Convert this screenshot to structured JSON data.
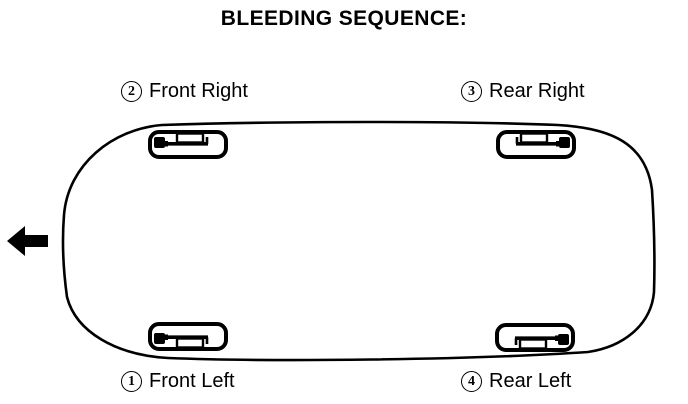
{
  "title": "BLEEDING SEQUENCE:",
  "vehicle": {
    "view": "top-outline",
    "front_direction": "left",
    "front_indicator_icon": "left-arrow-icon"
  },
  "wheel_labels": {
    "front_left": {
      "sequence_number": "1",
      "name": "Front Left"
    },
    "front_right": {
      "sequence_number": "2",
      "name": "Front Right"
    },
    "rear_right": {
      "sequence_number": "3",
      "name": "Rear Right"
    },
    "rear_left": {
      "sequence_number": "4",
      "name": "Rear Left"
    }
  },
  "bleeding_order": [
    "Front Left",
    "Front Right",
    "Rear Right",
    "Rear Left"
  ],
  "colors": {
    "ink": "#000000",
    "background": "#ffffff"
  }
}
